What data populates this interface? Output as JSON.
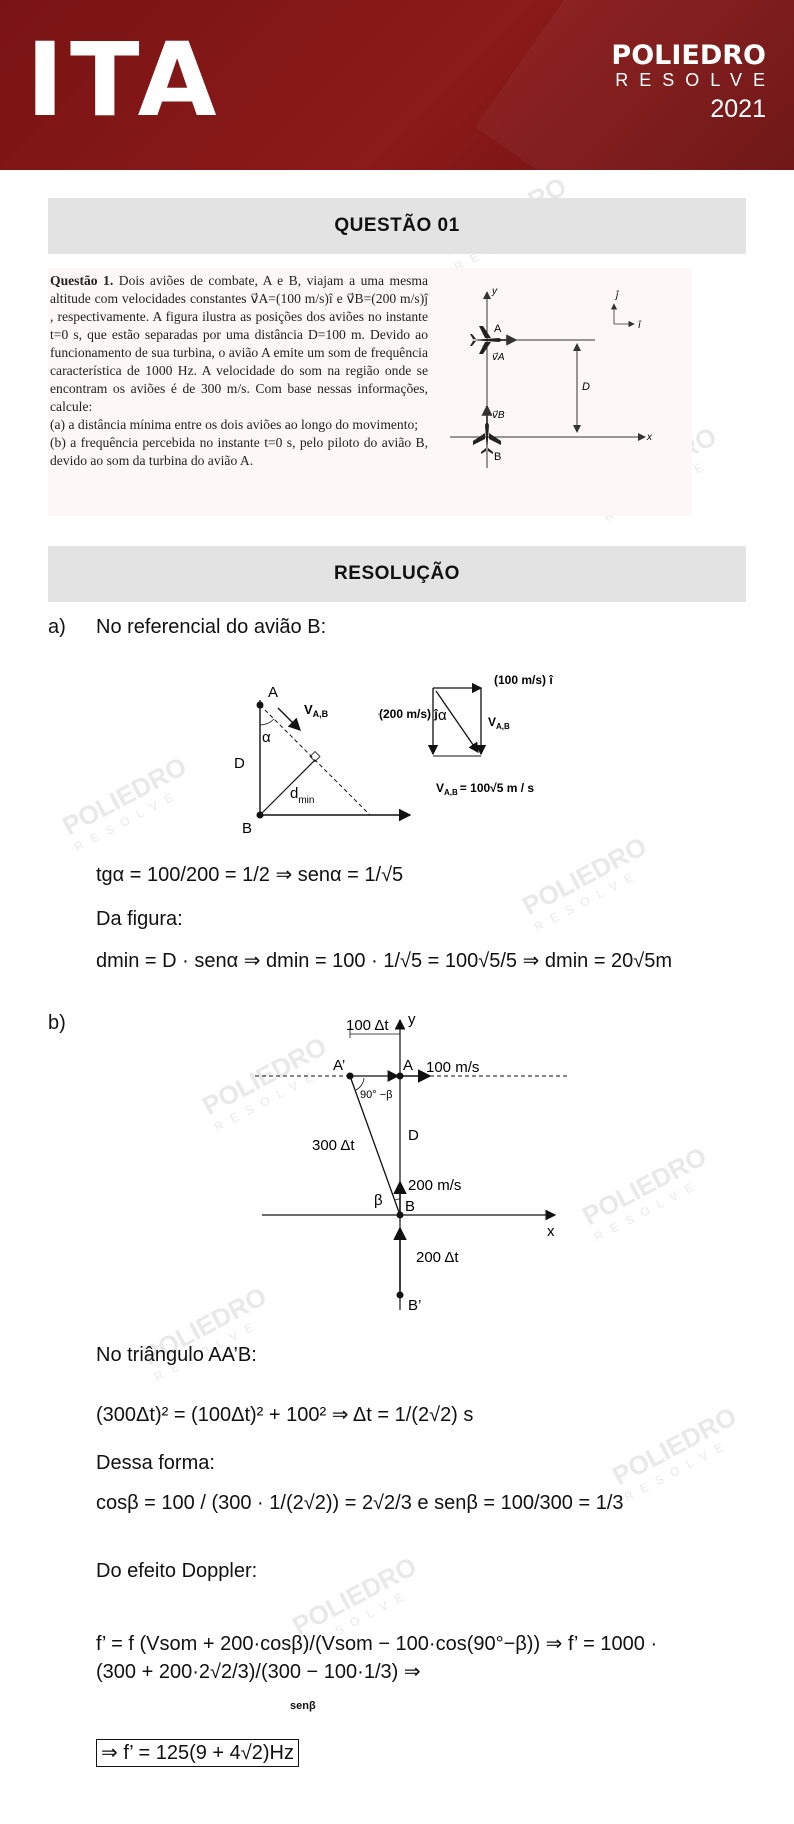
{
  "header": {
    "exam": "ITA",
    "brand_line1": "POLIEDRO",
    "brand_line2": "RESOLVE",
    "year": "2021"
  },
  "question_bar": "QUESTÃO 01",
  "question": {
    "label": "Questão 1.",
    "text": "Dois aviões de combate, A e B, viajam a uma mesma altitude com velocidades constantes v⃗A=(100 m/s)î e v⃗B=(200 m/s)ĵ , respectivamente. A figura ilustra as posições dos aviões no instante t=0 s, que estão separadas por uma distância D=100 m. Devido ao funcionamento de sua turbina, o avião A emite um som de frequência característica de 1000 Hz. A velocidade do som na região onde se encontram os aviões é de 300 m/s. Com base nessas informações, calcule:",
    "item_a": "(a) a distância mínima entre os dois aviões ao longo do movimento;",
    "item_b": "(b) a frequência percebida no instante t=0 s, pelo piloto do avião B, devido ao som da turbina do avião A.",
    "fig": {
      "y": "y",
      "x": "x",
      "A": "A",
      "B": "B",
      "D": "D",
      "vA": "v⃗A",
      "vB": "v⃗B",
      "j": "ĵ",
      "i": "î"
    }
  },
  "resolution_bar": "RESOLUÇÃO",
  "part_a": {
    "label": "a)",
    "intro": "No referencial do avião B:",
    "fig1": {
      "A": "A",
      "B": "B",
      "D": "D",
      "alpha": "α",
      "vab": "V",
      "vab_sub": "A,B",
      "dmin": "d",
      "dmin_sub": "min"
    },
    "fig2": {
      "top": "(100 m/s) î",
      "left": "−(200 m/s) ĵ",
      "alpha": "α",
      "vab": "V",
      "vab_sub": "A,B",
      "result": "V",
      "result_sub": "A,B",
      "result_val": "= 100√5 m / s"
    },
    "eq1": "tgα = 100/200 = 1/2 ⇒ senα = 1/√5",
    "da_figura": "Da figura:",
    "eq2": "dmin = D · senα ⇒ dmin = 100 · 1/√5 = 100√5/5 ⇒ dmin = 20√5m"
  },
  "part_b": {
    "label": "b)",
    "fig": {
      "y": "y",
      "x": "x",
      "A": "A",
      "Ap": "A’",
      "B": "B",
      "Bp": "B’",
      "D": "D",
      "top": "100 Δt",
      "vA": "100 m/s",
      "vB": "200 m/s",
      "hyp": "300 Δt",
      "angle": "90° −β",
      "beta": "β",
      "bottom": "200 Δt"
    },
    "triangle": "No triângulo AA’B:",
    "eq3": "(300Δt)² = (100Δt)² + 100² ⇒ Δt = 1/(2√2) s",
    "dessa_forma": "Dessa forma:",
    "eq4": "cosβ = 100 / (300 · 1/(2√2)) = 2√2/3 e senβ = 100/300 = 1/3",
    "doppler": "Do efeito Doppler:",
    "eq5": "f’ = f (Vsom + 200·cosβ)/(Vsom − 100·cos(90°−β)) ⇒ f’ = 1000 · (300 + 200·2√2/3)/(300 − 100·1/3) ⇒",
    "senb_label": "senβ",
    "eq6": "⇒ f’ = 125(9 + 4√2)Hz"
  }
}
